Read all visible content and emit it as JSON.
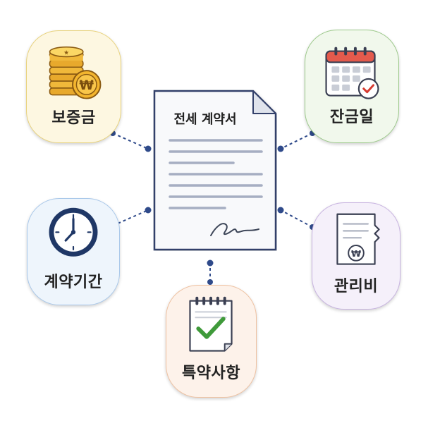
{
  "document": {
    "title": "전세 계약서"
  },
  "items": {
    "deposit": "보증금",
    "balance_date": "잔금일",
    "contract_term": "계약기간",
    "maintenance_fee": "관리비",
    "special_terms": "특약사항"
  },
  "icons": {
    "deposit": "coin-stack-icon",
    "balance_date": "calendar-check-icon",
    "contract_term": "clock-icon",
    "maintenance_fee": "receipt-won-icon",
    "special_terms": "checklist-notepad-icon"
  },
  "colors": {
    "connector": "#2f4a8a",
    "deposit_bg": "#fdf7e1",
    "balance_bg": "#f1f8ec",
    "term_bg": "#eef5fc",
    "fee_bg": "#f5f0fa",
    "special_bg": "#fdf2ea"
  }
}
